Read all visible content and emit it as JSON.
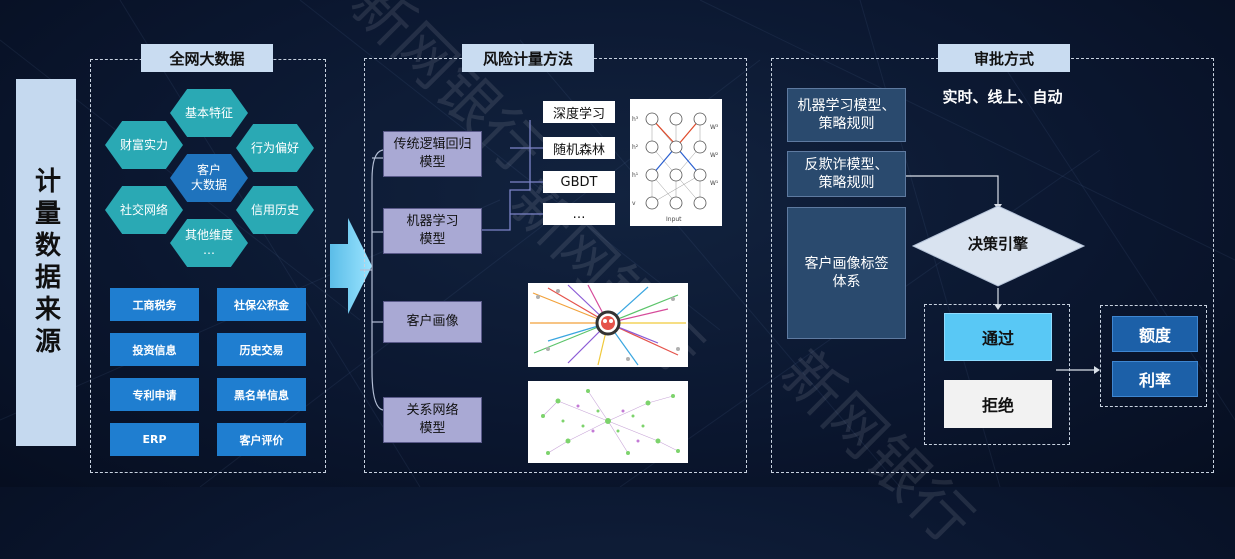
{
  "side_title": "计量数据来源",
  "watermark": "新网银行",
  "panel_big_data": {
    "title": "全网大数据",
    "hexagons": {
      "top": "基本特征",
      "upper_left": "财富实力",
      "upper_right": "行为偏好",
      "center_line1": "客户",
      "center_line2": "大数据",
      "lower_left": "社交网络",
      "lower_right": "信用历史",
      "bottom_line1": "其他维度",
      "bottom_line2": "…"
    },
    "sources": [
      "工商税务",
      "社保公积金",
      "投资信息",
      "历史交易",
      "专利申请",
      "黑名单信息",
      "ERP",
      "客户评价"
    ]
  },
  "panel_risk": {
    "title": "风险计量方法",
    "methods": {
      "logistic_line1": "传统逻辑回归",
      "logistic_line2": "模型",
      "ml_line1": "机器学习",
      "ml_line2": "模型",
      "portrait": "客户画像",
      "network_line1": "关系网络",
      "network_line2": "模型"
    },
    "algorithms": [
      "深度学习",
      "随机森林",
      "GBDT",
      "…"
    ],
    "nn_input_label": "Input",
    "nn_layer_labels": [
      "h³",
      "h²",
      "h¹",
      "v",
      "W³",
      "W²",
      "W¹"
    ]
  },
  "panel_approval": {
    "title": "审批方式",
    "subtitle": "实时、线上、自动",
    "ml_policy_line1": "机器学习模型、",
    "ml_policy_line2": "策略规则",
    "fraud_line1": "反欺诈模型、",
    "fraud_line2": "策略规则",
    "portrait_line1": "客户画像标签",
    "portrait_line2": "体系",
    "decision_engine": "决策引擎",
    "pass": "通过",
    "reject": "拒绝",
    "quota": "额度",
    "rate": "利率"
  },
  "colors": {
    "background": "#0b1730",
    "panel_head": "#c9dcf1",
    "hex_teal": "#2aa9b4",
    "hex_center": "#1f73bd",
    "source_blue": "#1f7ed0",
    "method_purple": "#a9a9d4",
    "arrow_cyan": "#6fd0f4",
    "pass_cyan": "#59c8f5",
    "quota_blue": "#1c60a8"
  }
}
